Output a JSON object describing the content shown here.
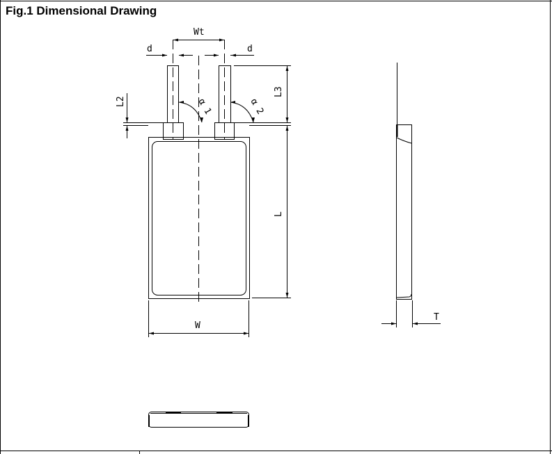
{
  "title": "Fig.1 Dimensional Drawing",
  "labels": {
    "wt": "Wt",
    "d_left": "d",
    "d_right": "d",
    "l2": "L2",
    "l3": "L3",
    "alpha1": "α 1",
    "alpha2": "α 2",
    "l": "L",
    "w": "W",
    "t": "T"
  }
}
